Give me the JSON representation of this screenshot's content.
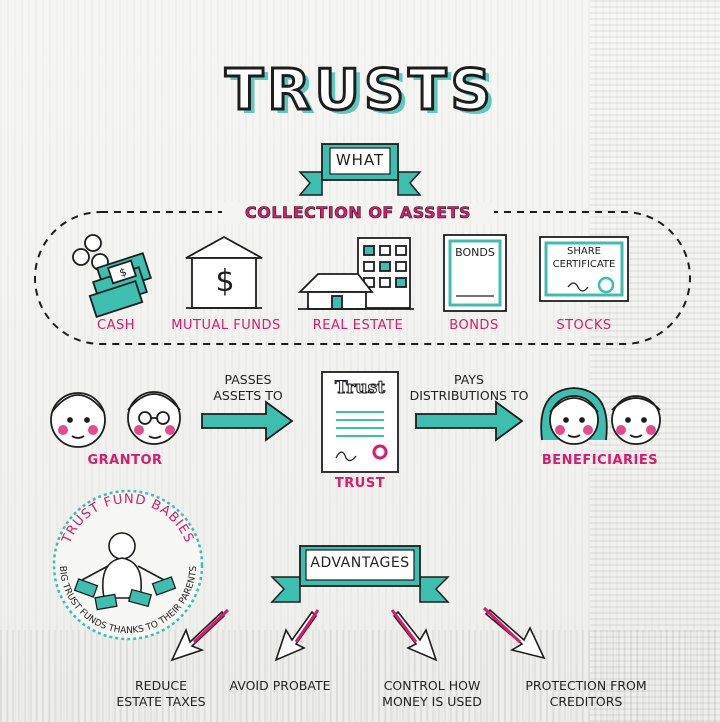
{
  "title": "TRUSTS",
  "what_label": "WHAT",
  "collection_title": "COLLECTION OF ASSETS",
  "assets": [
    {
      "label": "CASH",
      "icon": "cash-icon"
    },
    {
      "label": "MUTUAL FUNDS",
      "icon": "bank-building-icon"
    },
    {
      "label": "REAL ESTATE",
      "icon": "house-apartment-icon"
    },
    {
      "label": "BONDS",
      "icon": "bond-certificate-icon",
      "inner_text": "BONDS"
    },
    {
      "label": "STOCKS",
      "icon": "share-certificate-icon",
      "inner_text_1": "SHARE",
      "inner_text_2": "CERTIFICATE"
    }
  ],
  "flow": {
    "grantor": "GRANTOR",
    "passes_1": "PASSES",
    "passes_2": "ASSETS TO",
    "trust_doc_title": "Trust",
    "trust": "TRUST",
    "pays_1": "PAYS",
    "pays_2": "DISTRIBUTIONS TO",
    "beneficiaries": "BENEFICIARIES"
  },
  "badge": {
    "top": "TRUST FUND BABIES",
    "bottom": "BIG TRUST FUNDS THANKS TO THEIR PARENTS"
  },
  "advantages_label": "ADVANTAGES",
  "advantages": [
    {
      "line1": "REDUCE",
      "line2": "ESTATE TAXES"
    },
    {
      "line1": "AVOID PROBATE",
      "line2": ""
    },
    {
      "line1": "CONTROL HOW",
      "line2": "MONEY IS USED"
    },
    {
      "line1": "PROTECTION FROM",
      "line2": "CREDITORS"
    }
  ],
  "colors": {
    "teal": "#3dbfb0",
    "pink": "#d81b6a",
    "ink": "#1d1d1d"
  }
}
